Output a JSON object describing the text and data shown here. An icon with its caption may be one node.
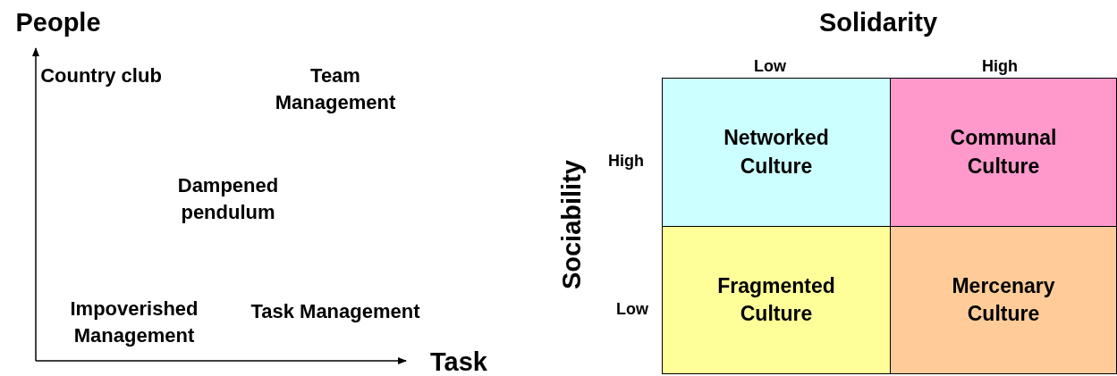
{
  "diagram": {
    "nodes": [
      {
        "text": [
          "Networked Culture"
        ]
      },
      {
        "text": [
          "Communal Culture"
        ]
      },
      {
        "text": [
          "Fragmented Culture"
        ]
      },
      {
        "text": [
          "Mercenary Culture"
        ]
      }
    ],
    "labels": [
      "People",
      "Country club",
      "Team Management",
      "Dampened pendulum",
      "Impoverished Management",
      "Task Management",
      "Task",
      "Solidarity",
      "Low",
      "High",
      "Sociability",
      "High",
      "Low"
    ]
  }
}
